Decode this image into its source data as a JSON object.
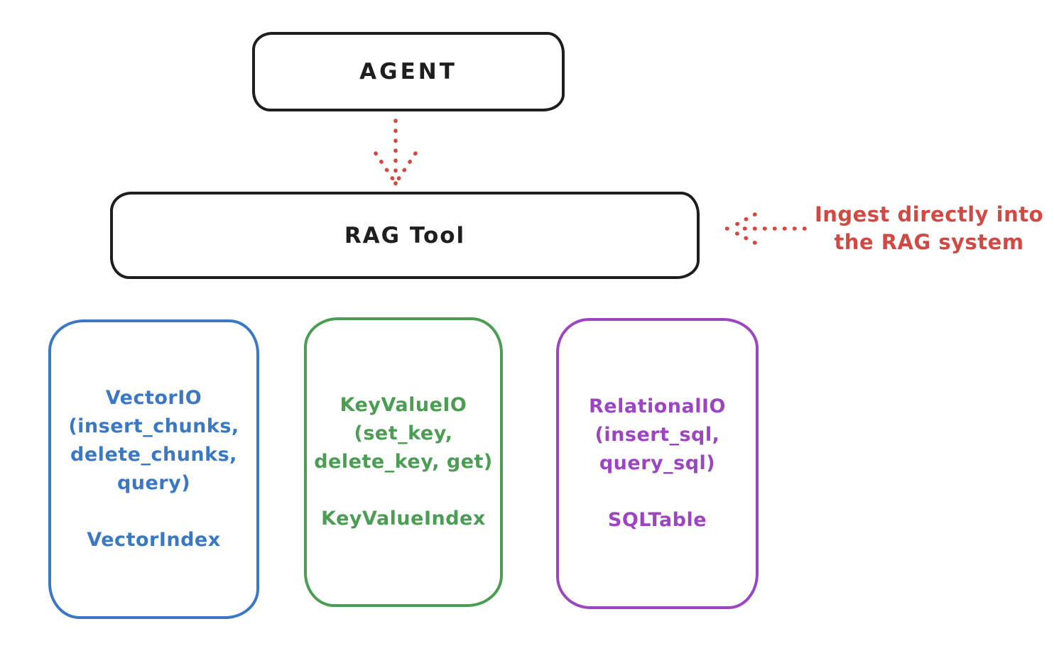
{
  "colors": {
    "ink": "#1e1e1e",
    "red": "#d04a43",
    "blue": "#3b78c4",
    "green": "#4a9d52",
    "purple": "#9c45c1",
    "background": "#ffffff"
  },
  "agent": {
    "label": "AGENT"
  },
  "rag_tool": {
    "label": "RAG Tool"
  },
  "annotation": {
    "line1": "Ingest directly into",
    "line2": "the RAG system"
  },
  "modules": [
    {
      "id": "vector-io",
      "color": "#3b78c4",
      "lines": [
        "VectorIO",
        "(insert_chunks,",
        "delete_chunks,",
        "query)"
      ],
      "index_label": "VectorIndex"
    },
    {
      "id": "key-value-io",
      "color": "#4a9d52",
      "lines": [
        "KeyValueIO",
        "(set_key,",
        "delete_key, get)"
      ],
      "index_label": "KeyValueIndex"
    },
    {
      "id": "relational-io",
      "color": "#9c45c1",
      "lines": [
        "RelationalIO",
        "(insert_sql,",
        "query_sql)"
      ],
      "index_label": "SQLTable"
    }
  ]
}
